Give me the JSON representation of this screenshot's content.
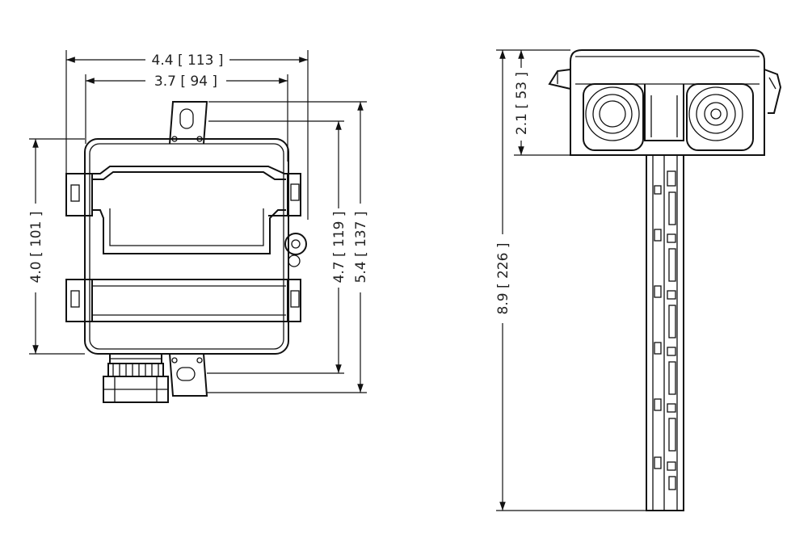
{
  "dimensions": {
    "width_outer": "4.4 [ 113 ]",
    "width_inner": "3.7 [ 94 ]",
    "height_body": "4.0 [ 101 ]",
    "height_mid": "4.7 [ 119 ]",
    "height_total": "5.4 [ 137 ]",
    "side_head": "2.1 [ 53 ]",
    "side_total": "8.9 [ 226 ]"
  },
  "colors": {
    "line": "#111111",
    "background": "#ffffff"
  }
}
